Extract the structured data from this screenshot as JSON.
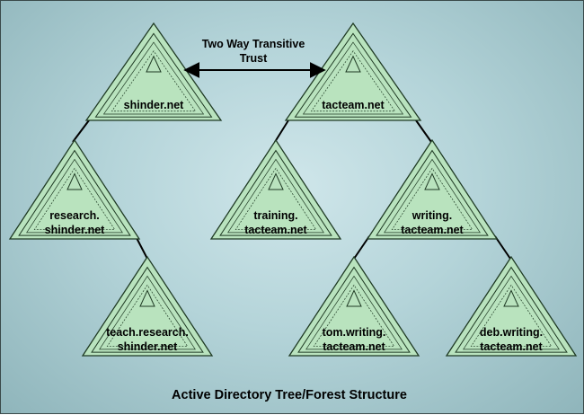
{
  "diagram": {
    "title": "Active Directory Tree/Forest Structure",
    "trust": {
      "line1": "Two Way Transitive",
      "line2": "Trust"
    },
    "colors": {
      "triangle_fill": "#b9e3be",
      "triangle_stroke": "#1f3a24",
      "connector": "#000000",
      "background": "#b4d4d9"
    },
    "domains": [
      {
        "id": "shinder",
        "line1": "shinder.net",
        "line2": ""
      },
      {
        "id": "tacteam",
        "line1": "tacteam.net",
        "line2": ""
      },
      {
        "id": "research",
        "line1": "research.",
        "line2": "shinder.net"
      },
      {
        "id": "training",
        "line1": "training.",
        "line2": "tacteam.net"
      },
      {
        "id": "writing",
        "line1": "writing.",
        "line2": "tacteam.net"
      },
      {
        "id": "teach",
        "line1": "teach.research.",
        "line2": "shinder.net"
      },
      {
        "id": "tom",
        "line1": "tom.writing.",
        "line2": "tacteam.net"
      },
      {
        "id": "deb",
        "line1": "deb.writing.",
        "line2": "tacteam.net"
      }
    ]
  }
}
